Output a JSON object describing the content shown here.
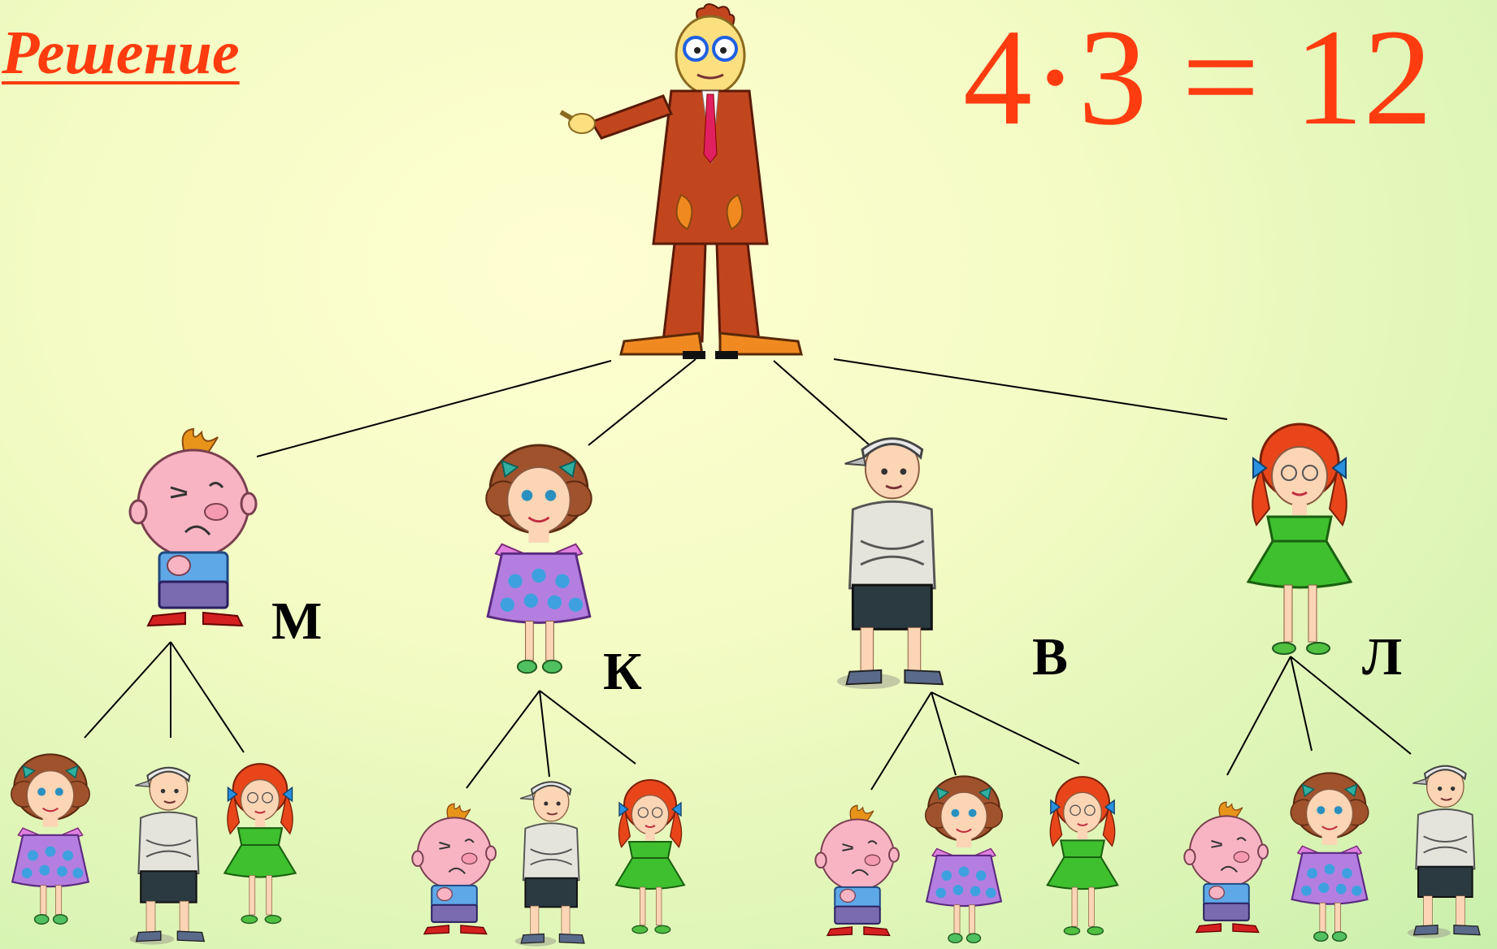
{
  "title": "Решение",
  "formula": "4·3 = 12",
  "labels": {
    "m": "М",
    "k": "К",
    "v": "В",
    "l": "Л"
  },
  "colors": {
    "accent": "#ff3c10",
    "lines": "#000000",
    "background": "#f4fbc4",
    "girl_pink_dress": "#b47ee0",
    "girl_green_dress": "#3fc02f",
    "redhead_hair": "#e8461a",
    "teacher_suit": "#c1461e"
  },
  "tree": {
    "root": "teacher",
    "children": [
      {
        "label_key": "m",
        "character": "boy-round-head",
        "children": [
          "girl-pink-dress",
          "boy-cap",
          "girl-green-dress"
        ]
      },
      {
        "label_key": "k",
        "character": "girl-pink-dress",
        "children": [
          "boy-round-head",
          "boy-cap",
          "girl-green-dress"
        ]
      },
      {
        "label_key": "v",
        "character": "boy-cap",
        "children": [
          "boy-round-head",
          "girl-pink-dress",
          "girl-green-dress"
        ]
      },
      {
        "label_key": "l",
        "character": "girl-green-dress",
        "children": [
          "boy-round-head",
          "girl-pink-dress",
          "boy-cap"
        ]
      }
    ]
  }
}
